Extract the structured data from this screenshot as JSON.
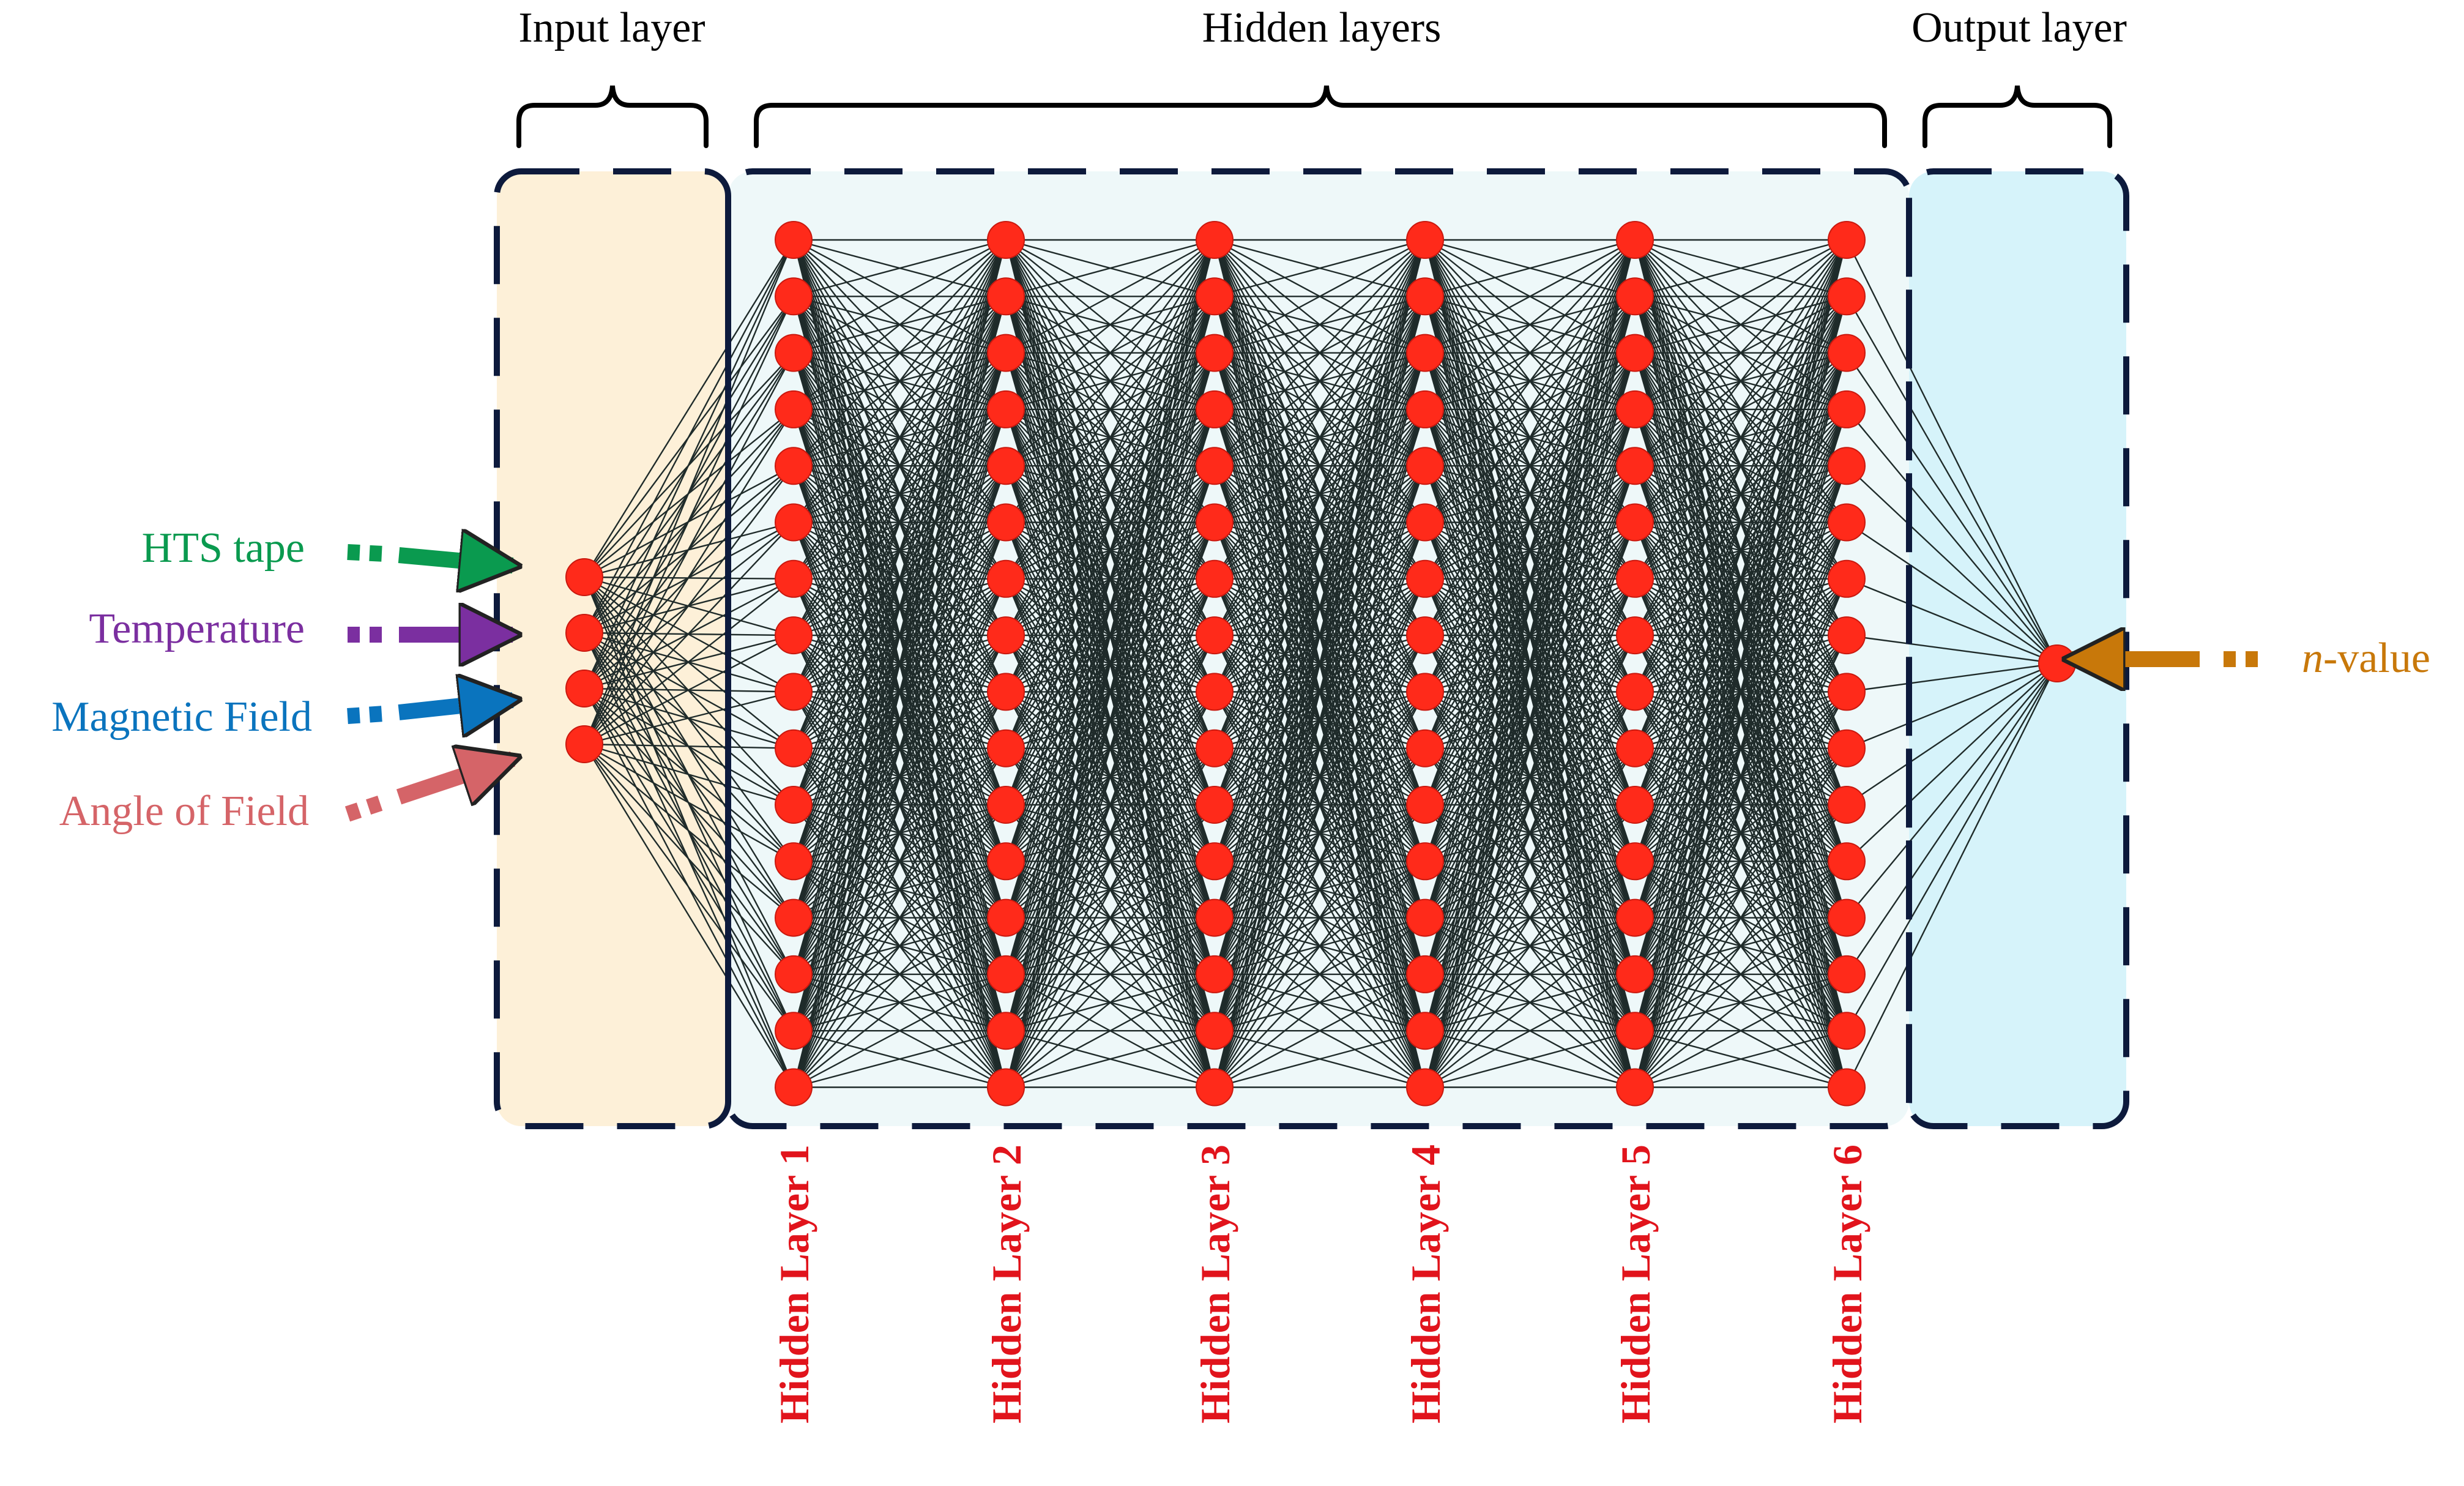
{
  "headers": {
    "input": "Input layer",
    "hidden": "Hidden layers",
    "output": "Output layer"
  },
  "inputs": [
    {
      "label": "HTS tape",
      "color": "#0a9a4f"
    },
    {
      "label": "Temperature",
      "color": "#7b2fa0"
    },
    {
      "label": "Magnetic Field",
      "color": "#0a74be"
    },
    {
      "label": "Angle of Field",
      "color": "#d56468"
    }
  ],
  "output": {
    "italic": "n",
    "rest": "-value",
    "color": "#c8780a"
  },
  "hidden_layer_labels": [
    "Hidden Layer 1",
    "Hidden Layer 2",
    "Hidden Layer 3",
    "Hidden Layer 4",
    "Hidden Layer 5",
    "Hidden Layer 6"
  ],
  "network": {
    "input_nodes": 4,
    "hidden_layers": 6,
    "nodes_per_hidden_layer": 16,
    "output_nodes": 1
  },
  "colors": {
    "node": "#ff2a1a",
    "edge": "#1f2b2a",
    "panel_border": "#0d1a3c",
    "input_panel": "#fdf0d8",
    "hidden_panel": "#eef8f9",
    "output_panel": "#d6f3fa"
  }
}
